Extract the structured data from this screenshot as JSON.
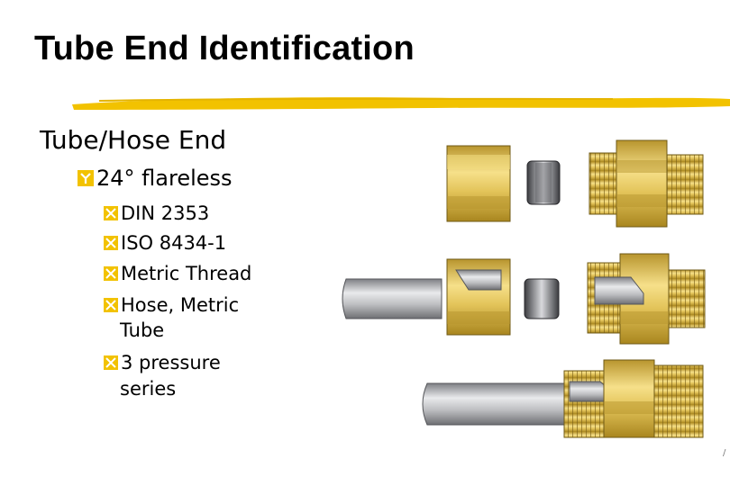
{
  "slide": {
    "title": "Tube End Identification",
    "heading": "Tube/Hose End",
    "subheading": "24° flareless",
    "items": [
      "DIN 2353",
      "ISO 8434-1",
      "Metric Thread",
      "Hose, Metric",
      "3 pressure"
    ],
    "continuations": {
      "hose": "Tube",
      "pressure": "series"
    },
    "page_mark": "/",
    "colors": {
      "accent": "#f2c200",
      "marker": "#f2c200",
      "brass": "#d8b64a",
      "steel": "#a9aaae"
    },
    "icons": {
      "level2_marker": "y-square-bullet",
      "level3_marker": "x-square-bullet"
    }
  }
}
